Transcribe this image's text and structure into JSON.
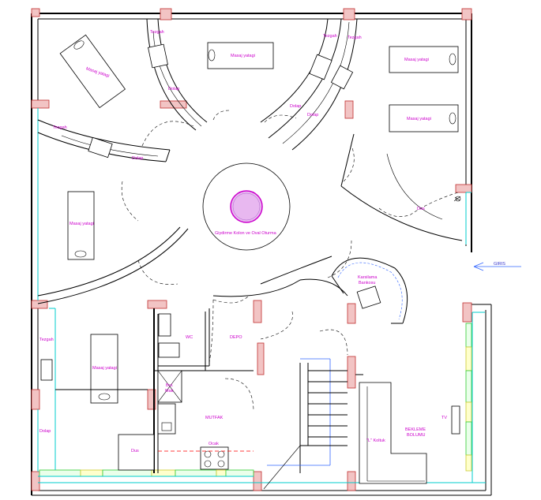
{
  "labels": {
    "tezgah": "Tezgah",
    "masaj_yatagi": "Masaj yatagi",
    "dolap": "Dolap",
    "dus": "Dus",
    "center": "Giydirme Kolon ve Oval Oturma",
    "giris": "GIRIS",
    "karsilama_line1": "Karsilama",
    "karsilama_line2": "Bankosu",
    "wc": "WC",
    "depo": "DEPO",
    "bulasik_line1": "Bul.",
    "bulasik_line2": "Mak.",
    "mutfak": "MUTFAK",
    "ocak": "Ocak",
    "koltuk": "\"L\" Koltuk",
    "bekleme_line1": "BEKLEME",
    "bekleme_line2": "BOLUMU",
    "tv": "TV"
  },
  "colors": {
    "label": "#cc00cc",
    "column_fill": "#f2c4c4",
    "column_stroke": "#c03030",
    "window_green": "#33cc33",
    "window_yellow": "#cccc33",
    "cyan_line": "#00cccc",
    "blue_line": "#3366ff",
    "center_circle": "#e8b8f0"
  }
}
